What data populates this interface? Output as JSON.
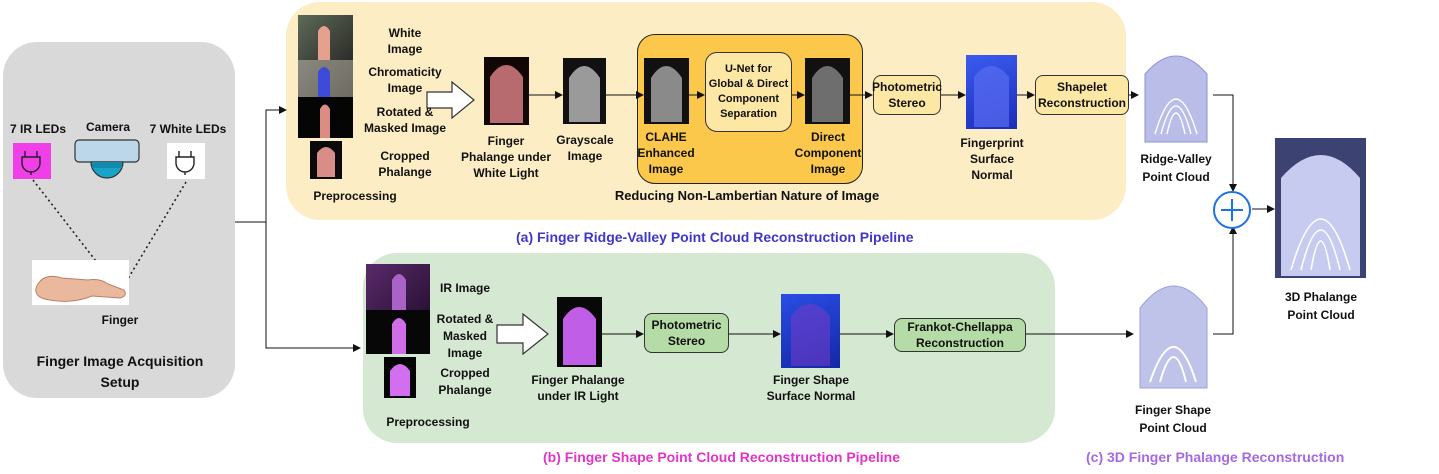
{
  "acquisition": {
    "title_line1": "Finger Image Acquisition",
    "title_line2": "Setup",
    "ir_leds": "7 IR LEDs",
    "camera": "Camera",
    "white_leds": "7 White LEDs",
    "finger": "Finger"
  },
  "pipeline_a": {
    "caption": "(a) Finger Ridge-Valley Point Cloud Reconstruction Pipeline",
    "preprocessing": "Preprocessing",
    "white_image": [
      "White",
      "Image"
    ],
    "chromaticity_image": [
      "Chromaticity",
      "Image"
    ],
    "rotated_masked": [
      "Rotated &",
      "Masked Image"
    ],
    "cropped_phalange": [
      "Cropped",
      "Phalange"
    ],
    "finger_white_light": [
      "Finger",
      "Phalange under",
      "White Light"
    ],
    "grayscale": [
      "Grayscale",
      "Image"
    ],
    "clahe": [
      "CLAHE",
      "Enhanced",
      "Image"
    ],
    "unet": [
      "U-Net for",
      "Global & Direct",
      "Component",
      "Separation"
    ],
    "direct_component": [
      "Direct",
      "Component",
      "Image"
    ],
    "reducing": "Reducing Non-Lambertian Nature of Image",
    "photometric_stereo": [
      "Photometric",
      "Stereo"
    ],
    "fingerprint_normal": [
      "Fingerprint",
      "Surface",
      "Normal"
    ],
    "shapelet": [
      "Shapelet",
      "Reconstruction"
    ],
    "ridge_valley": [
      "Ridge-Valley",
      "Point Cloud"
    ]
  },
  "pipeline_b": {
    "caption": "(b) Finger Shape Point Cloud Reconstruction Pipeline",
    "preprocessing": "Preprocessing",
    "ir_image": "IR Image",
    "rotated_masked": [
      "Rotated &",
      "Masked",
      "Image"
    ],
    "cropped_phalange": [
      "Cropped",
      "Phalange"
    ],
    "finger_ir_light": [
      "Finger Phalange",
      "under IR Light"
    ],
    "photometric_stereo": [
      "Photometric",
      "Stereo"
    ],
    "shape_normal": [
      "Finger Shape",
      "Surface Normal"
    ],
    "frankot": [
      "Frankot-Chellappa",
      "Reconstruction"
    ],
    "shape_cloud": [
      "Finger Shape",
      "Point Cloud"
    ]
  },
  "pipeline_c": {
    "caption": "(c) 3D Finger Phalange Reconstruction",
    "result": [
      "3D Phalange",
      "Point Cloud"
    ],
    "plus_symbol": "+"
  },
  "colors": {
    "panel_a": "#fdedc4",
    "panel_b": "#d5e8d1",
    "panel_acq": "#d9d9d9",
    "inner_a": "#fcc84b",
    "box_a": "#fde7a4",
    "box_b": "#b5dba6",
    "caption_a": "#3f37c9",
    "caption_b": "#e035c7",
    "caption_c": "#a569e0",
    "plus": "#1a73e8",
    "ir_led": "#f03fe8"
  }
}
